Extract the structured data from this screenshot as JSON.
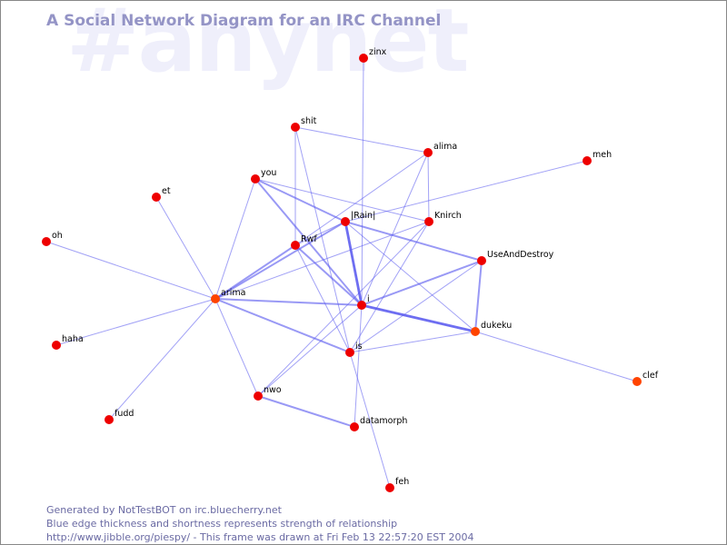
{
  "watermark_text": "#anynet",
  "title": "A Social Network Diagram for an IRC Channel",
  "footer": {
    "line1": "Generated by NotTestBOT on irc.bluecherry.net",
    "line2": "Blue edge thickness and shortness represents strength of relationship",
    "line3": "http://www.jibble.org/piespy/ - This frame was drawn at Fri Feb 13 22:57:20 EST 2004"
  },
  "colors": {
    "node": "#ee0000",
    "node_highlight": "#ff4400",
    "edge": "#5555ee",
    "label": "#000000"
  },
  "nodes": [
    {
      "id": "zinx",
      "label": "zinx"
    },
    {
      "id": "shit",
      "label": "shit"
    },
    {
      "id": "alima",
      "label": "alima"
    },
    {
      "id": "meh",
      "label": "meh"
    },
    {
      "id": "you",
      "label": "you"
    },
    {
      "id": "et",
      "label": "et"
    },
    {
      "id": "rain",
      "label": "|Rain|"
    },
    {
      "id": "knirch",
      "label": "Knirch"
    },
    {
      "id": "oh",
      "label": "oh"
    },
    {
      "id": "rwf",
      "label": "Rwf"
    },
    {
      "id": "useanddestroy",
      "label": "UseAndDestroy"
    },
    {
      "id": "arima",
      "label": "arima",
      "highlight": true
    },
    {
      "id": "i",
      "label": "i"
    },
    {
      "id": "dukeku",
      "label": "dukeku",
      "highlight": true
    },
    {
      "id": "haha",
      "label": "haha"
    },
    {
      "id": "is",
      "label": "is"
    },
    {
      "id": "clef",
      "label": "clef",
      "highlight": true
    },
    {
      "id": "nwo",
      "label": "nwo"
    },
    {
      "id": "fudd",
      "label": "fudd"
    },
    {
      "id": "datamorph",
      "label": "datamorph"
    },
    {
      "id": "feh",
      "label": "feh"
    }
  ],
  "edges": [
    {
      "source": "zinx",
      "target": "i",
      "weight": 1
    },
    {
      "source": "shit",
      "target": "alima",
      "weight": 1
    },
    {
      "source": "shit",
      "target": "rwf",
      "weight": 1
    },
    {
      "source": "shit",
      "target": "is",
      "weight": 1
    },
    {
      "source": "alima",
      "target": "rwf",
      "weight": 1
    },
    {
      "source": "alima",
      "target": "knirch",
      "weight": 1
    },
    {
      "source": "alima",
      "target": "i",
      "weight": 1
    },
    {
      "source": "meh",
      "target": "rain",
      "weight": 1
    },
    {
      "source": "you",
      "target": "rain",
      "weight": 2
    },
    {
      "source": "you",
      "target": "knirch",
      "weight": 1
    },
    {
      "source": "you",
      "target": "i",
      "weight": 2
    },
    {
      "source": "you",
      "target": "arima",
      "weight": 1
    },
    {
      "source": "et",
      "target": "arima",
      "weight": 1
    },
    {
      "source": "rain",
      "target": "rwf",
      "weight": 1
    },
    {
      "source": "rain",
      "target": "arima",
      "weight": 2
    },
    {
      "source": "rain",
      "target": "i",
      "weight": 3
    },
    {
      "source": "rain",
      "target": "useanddestroy",
      "weight": 2
    },
    {
      "source": "rain",
      "target": "dukeku",
      "weight": 1
    },
    {
      "source": "knirch",
      "target": "arima",
      "weight": 1
    },
    {
      "source": "knirch",
      "target": "is",
      "weight": 1
    },
    {
      "source": "knirch",
      "target": "nwo",
      "weight": 1
    },
    {
      "source": "oh",
      "target": "arima",
      "weight": 1
    },
    {
      "source": "rwf",
      "target": "arima",
      "weight": 2
    },
    {
      "source": "rwf",
      "target": "i",
      "weight": 2
    },
    {
      "source": "rwf",
      "target": "is",
      "weight": 1
    },
    {
      "source": "useanddestroy",
      "target": "i",
      "weight": 2
    },
    {
      "source": "useanddestroy",
      "target": "dukeku",
      "weight": 2
    },
    {
      "source": "useanddestroy",
      "target": "is",
      "weight": 1
    },
    {
      "source": "arima",
      "target": "i",
      "weight": 2
    },
    {
      "source": "arima",
      "target": "is",
      "weight": 2
    },
    {
      "source": "arima",
      "target": "haha",
      "weight": 1
    },
    {
      "source": "arima",
      "target": "fudd",
      "weight": 1
    },
    {
      "source": "arima",
      "target": "nwo",
      "weight": 1
    },
    {
      "source": "i",
      "target": "dukeku",
      "weight": 3
    },
    {
      "source": "i",
      "target": "nwo",
      "weight": 1
    },
    {
      "source": "i",
      "target": "datamorph",
      "weight": 1
    },
    {
      "source": "dukeku",
      "target": "is",
      "weight": 1
    },
    {
      "source": "dukeku",
      "target": "clef",
      "weight": 1
    },
    {
      "source": "is",
      "target": "feh",
      "weight": 1
    },
    {
      "source": "nwo",
      "target": "datamorph",
      "weight": 2
    }
  ]
}
